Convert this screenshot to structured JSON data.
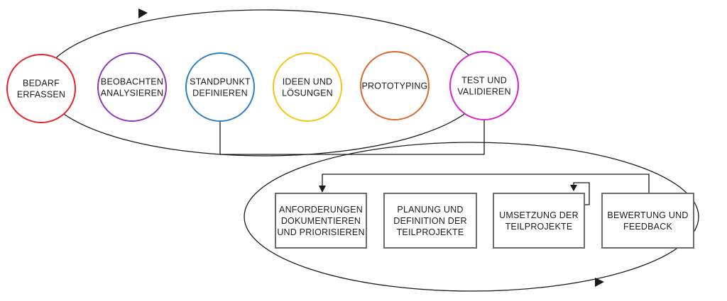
{
  "colors": {
    "bedarf": "#e8232a",
    "beobachten": "#8a3bb5",
    "standpunkt": "#2f7fc6",
    "ideen": "#f6c412",
    "prototyping": "#d9692c",
    "test": "#d624c8",
    "box_border": "#6b6b6b",
    "line": "#1a1a1a"
  },
  "phases": [
    {
      "id": "bedarf",
      "lines": [
        "BEDARF",
        "ERFASSEN"
      ],
      "color": "#e8232a"
    },
    {
      "id": "beobachten",
      "lines": [
        "BEOBACHTEN",
        "ANALYSIEREN"
      ],
      "color": "#8a3bb5"
    },
    {
      "id": "standpunkt",
      "lines": [
        "STANDPUNKT",
        "DEFINIEREN"
      ],
      "color": "#2f7fc6"
    },
    {
      "id": "ideen",
      "lines": [
        "IDEEN UND",
        "LÖSUNGEN"
      ],
      "color": "#f6c412"
    },
    {
      "id": "prototyping",
      "lines": [
        "PROTOTYPING"
      ],
      "color": "#d9692c"
    },
    {
      "id": "test",
      "lines": [
        "TEST UND",
        "VALIDIEREN"
      ],
      "color": "#d624c8"
    }
  ],
  "steps": [
    {
      "id": "anforderungen",
      "lines": [
        "ANFORDERUNGEN",
        "DOKUMENTIEREN",
        "UND PRIORISIEREN"
      ]
    },
    {
      "id": "planung",
      "lines": [
        "PLANUNG UND",
        "DEFINITION DER",
        "TEILPROJEKTE"
      ]
    },
    {
      "id": "umsetzung",
      "lines": [
        "UMSETZUNG DER",
        "TEILPROJEKTE"
      ]
    },
    {
      "id": "bewertung",
      "lines": [
        "BEWERTUNG UND",
        "FEEDBACK"
      ]
    }
  ],
  "icons": {
    "loop_arrow": "arrowhead-icon"
  }
}
